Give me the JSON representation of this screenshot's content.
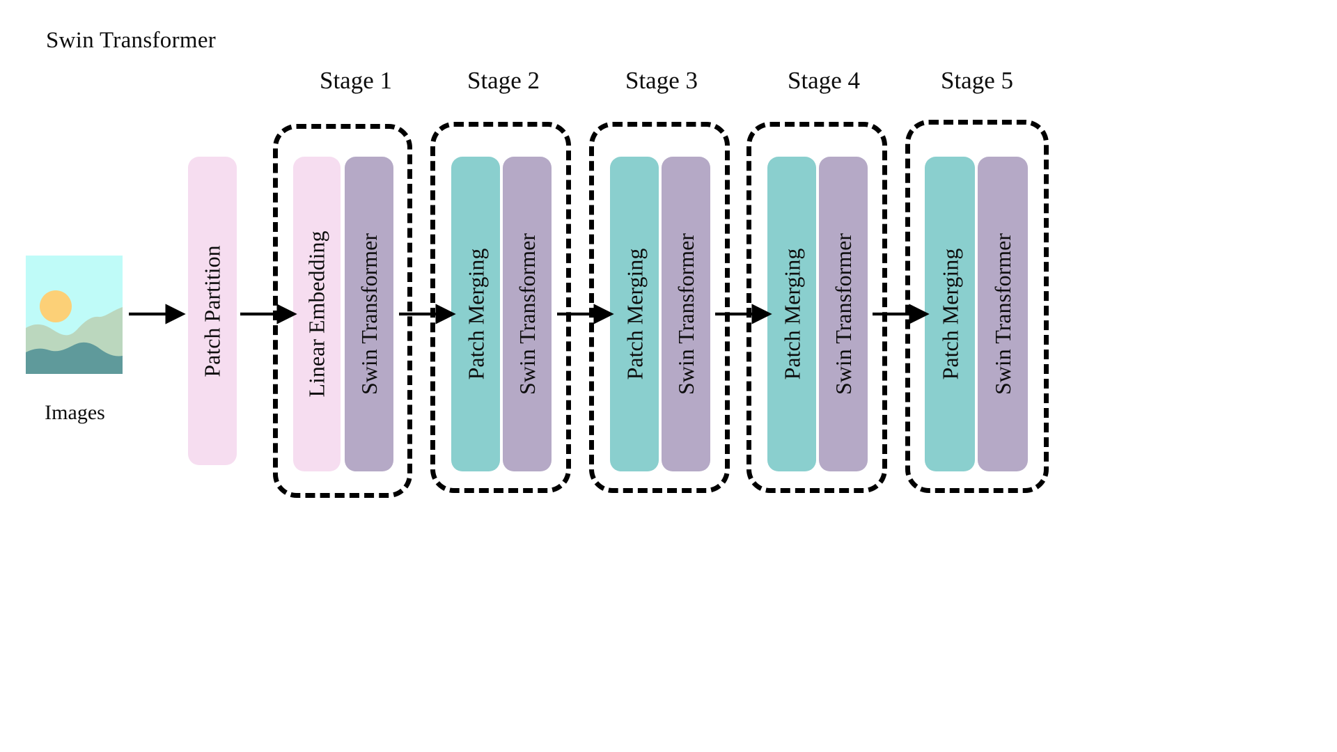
{
  "diagram": {
    "title": "Swin Transformer",
    "background_color": "#FFFFFF",
    "input": {
      "caption": "Images",
      "thumbnail": {
        "sky_color": "#BFFBF8",
        "sun_color": "#FCD077",
        "hill_light_color": "#BBD7BE",
        "hill_mid_color": "#A9CBB1",
        "water_color": "#5F9A9B"
      }
    },
    "preprocess": {
      "label": "Patch Partition",
      "color": "#F6DDF0"
    },
    "colors": {
      "pink": "#F6DDF0",
      "teal": "#8ACFCE",
      "purple": "#B5A9C6",
      "outline": "#000000"
    },
    "stages": [
      {
        "label": "Stage 1",
        "blocks": [
          {
            "label": "Linear Embedding",
            "color": "#F6DDF0"
          },
          {
            "label": "Swin Transformer",
            "color": "#B5A9C6"
          }
        ]
      },
      {
        "label": "Stage 2",
        "blocks": [
          {
            "label": "Patch Merging",
            "color": "#8ACFCE"
          },
          {
            "label": "Swin Transformer",
            "color": "#B5A9C6"
          }
        ]
      },
      {
        "label": "Stage 3",
        "blocks": [
          {
            "label": "Patch Merging",
            "color": "#8ACFCE"
          },
          {
            "label": "Swin Transformer",
            "color": "#B5A9C6"
          }
        ]
      },
      {
        "label": "Stage 4",
        "blocks": [
          {
            "label": "Patch Merging",
            "color": "#8ACFCE"
          },
          {
            "label": "Swin Transformer",
            "color": "#B5A9C6"
          }
        ]
      },
      {
        "label": "Stage 5",
        "blocks": [
          {
            "label": "Patch Merging",
            "color": "#8ACFCE"
          },
          {
            "label": "Swin Transformer",
            "color": "#B5A9C6"
          }
        ]
      }
    ],
    "flow_arrows": 6
  }
}
